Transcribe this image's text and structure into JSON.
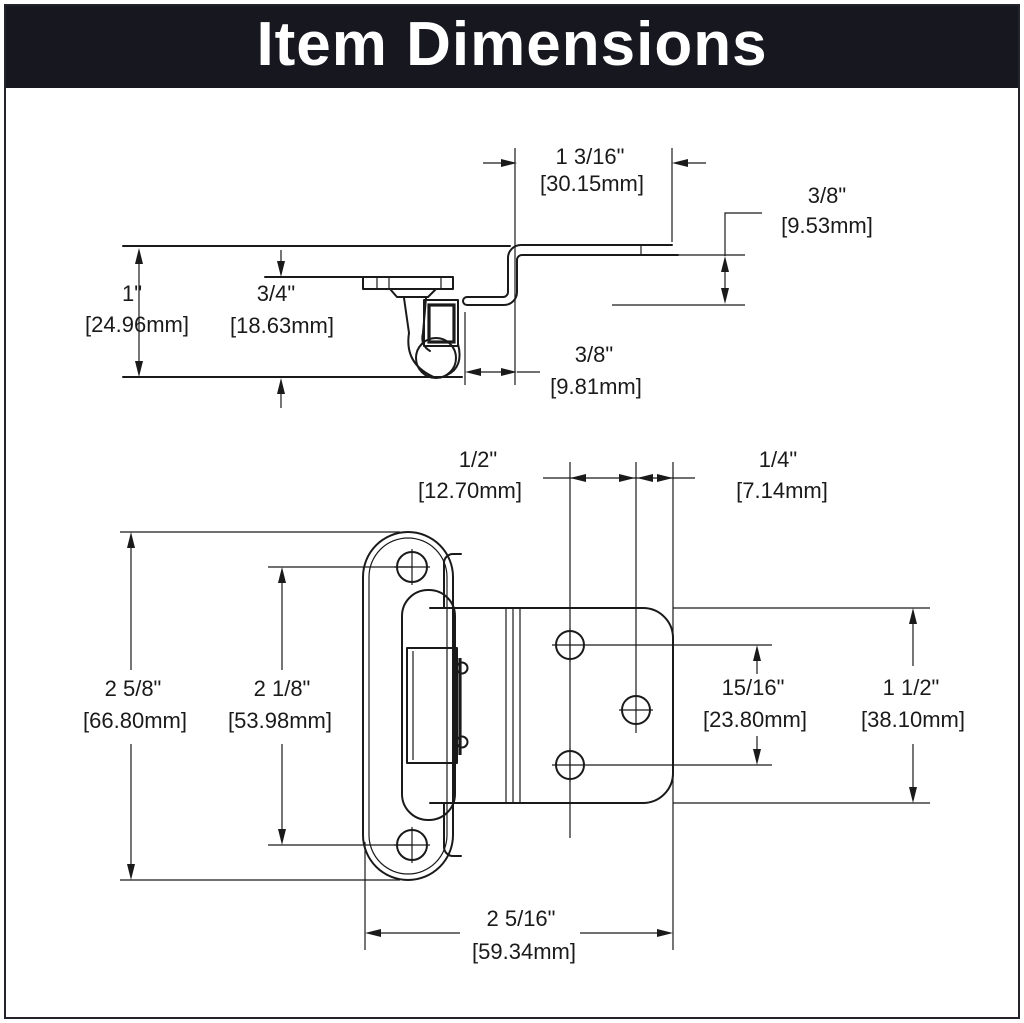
{
  "header": {
    "title": "Item Dimensions",
    "bg_color": "#17171f",
    "text_color": "#ffffff"
  },
  "drawing": {
    "line_color": "#1a1a1a",
    "views": {
      "side_view": "hinge side profile (top drawing)",
      "front_view": "hinge front face (bottom drawing)"
    },
    "dims": {
      "flange_w": {
        "in": "1 3/16\"",
        "mm": "[30.15mm]"
      },
      "flange_t": {
        "in": "3/8\"",
        "mm": "[9.53mm]"
      },
      "frame_d": {
        "in": "1\"",
        "mm": "[24.96mm]"
      },
      "overlay": {
        "in": "3/4\"",
        "mm": "[18.63mm]"
      },
      "inset": {
        "in": "3/8\"",
        "mm": "[9.81mm]"
      },
      "hole_off": {
        "in": "1/2\"",
        "mm": "[12.70mm]"
      },
      "edge_off": {
        "in": "1/4\"",
        "mm": "[7.14mm]"
      },
      "plate_h": {
        "in": "2 5/8\"",
        "mm": "[66.80mm]"
      },
      "plate_holes": {
        "in": "2 1/8\"",
        "mm": "[53.98mm]"
      },
      "leaf_holes": {
        "in": "15/16\"",
        "mm": "[23.80mm]"
      },
      "leaf_h": {
        "in": "1 1/2\"",
        "mm": "[38.10mm]"
      },
      "overall_w": {
        "in": "2 5/16\"",
        "mm": "[59.34mm]"
      }
    }
  }
}
